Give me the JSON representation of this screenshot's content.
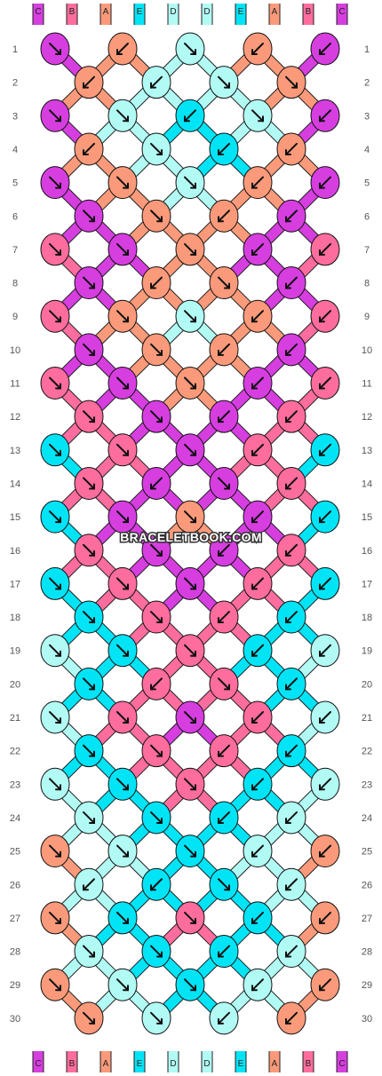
{
  "site_name": "BRACELETBOOK.COM",
  "strings_top": [
    "C",
    "B",
    "A",
    "E",
    "D",
    "D",
    "E",
    "A",
    "B",
    "C"
  ],
  "strings_bottom": [
    "C",
    "B",
    "A",
    "E",
    "D",
    "D",
    "E",
    "A",
    "B",
    "C"
  ],
  "thread_colors": {
    "A": "#fb9a7a",
    "B": "#ff6d9f",
    "C": "#d63ee0",
    "D": "#b2fbf5",
    "E": "#00e4f6"
  },
  "rows_left": [
    "1",
    "2",
    "3",
    "4",
    "5",
    "6",
    "7",
    "8",
    "9",
    "10",
    "11",
    "12",
    "13",
    "14",
    "15",
    "16",
    "17",
    "18",
    "19",
    "20",
    "21",
    "22",
    "23",
    "24",
    "25",
    "26",
    "27",
    "28",
    "29",
    "30"
  ],
  "rows_right": [
    "1",
    "2",
    "3",
    "4",
    "5",
    "6",
    "7",
    "8",
    "9",
    "10",
    "11",
    "12",
    "13",
    "14",
    "15",
    "16",
    "17",
    "18",
    "19",
    "20",
    "21",
    "22",
    "23",
    "24",
    "25",
    "26",
    "27",
    "28",
    "29",
    "30"
  ],
  "knots": [
    [
      "C:se",
      "A:sw",
      "D:se",
      "A:sw",
      "C:sw"
    ],
    [
      "A:sw",
      "D:sw",
      "D:se",
      "A:se"
    ],
    [
      "C:se",
      "D:se",
      "E:sw",
      "D:se",
      "C:sw"
    ],
    [
      "A:sw",
      "D:se",
      "E:sw",
      "A:sw"
    ],
    [
      "C:se",
      "A:se",
      "D:se",
      "A:sw",
      "C:sw"
    ],
    [
      "C:se",
      "A:se",
      "A:sw",
      "C:sw"
    ],
    [
      "B:se",
      "C:se",
      "A:se",
      "C:sw",
      "B:sw"
    ],
    [
      "C:se",
      "A:sw",
      "A:se",
      "C:sw"
    ],
    [
      "B:se",
      "A:se",
      "D:se",
      "A:sw",
      "B:sw"
    ],
    [
      "C:se",
      "A:se",
      "A:sw",
      "C:sw"
    ],
    [
      "B:se",
      "C:se",
      "A:se",
      "C:sw",
      "B:sw"
    ],
    [
      "B:se",
      "C:se",
      "C:sw",
      "B:sw"
    ],
    [
      "E:se",
      "B:se",
      "C:se",
      "B:sw",
      "E:sw"
    ],
    [
      "B:se",
      "C:sw",
      "C:se",
      "B:sw"
    ],
    [
      "E:se",
      "C:se",
      "A:se",
      "C:sw",
      "E:sw"
    ],
    [
      "B:se",
      "C:se",
      "C:sw",
      "B:sw"
    ],
    [
      "E:se",
      "B:se",
      "C:se",
      "B:sw",
      "E:sw"
    ],
    [
      "E:se",
      "B:se",
      "B:sw",
      "E:sw"
    ],
    [
      "D:se",
      "E:se",
      "B:se",
      "E:sw",
      "D:sw"
    ],
    [
      "E:se",
      "B:sw",
      "B:se",
      "E:sw"
    ],
    [
      "D:se",
      "B:se",
      "C:se",
      "B:sw",
      "D:sw"
    ],
    [
      "E:se",
      "B:se",
      "B:sw",
      "E:sw"
    ],
    [
      "D:se",
      "E:se",
      "B:se",
      "E:sw",
      "D:sw"
    ],
    [
      "D:se",
      "E:se",
      "E:sw",
      "D:sw"
    ],
    [
      "A:se",
      "D:se",
      "E:se",
      "D:sw",
      "A:sw"
    ],
    [
      "D:sw",
      "E:sw",
      "E:se",
      "D:sw"
    ],
    [
      "A:se",
      "E:se",
      "B:se",
      "E:sw",
      "A:sw"
    ],
    [
      "D:se",
      "E:se",
      "E:sw",
      "D:sw"
    ],
    [
      "A:se",
      "D:se",
      "E:se",
      "D:sw",
      "A:sw"
    ],
    [
      "A:se",
      "D:se",
      "D:sw",
      "A:sw"
    ]
  ]
}
